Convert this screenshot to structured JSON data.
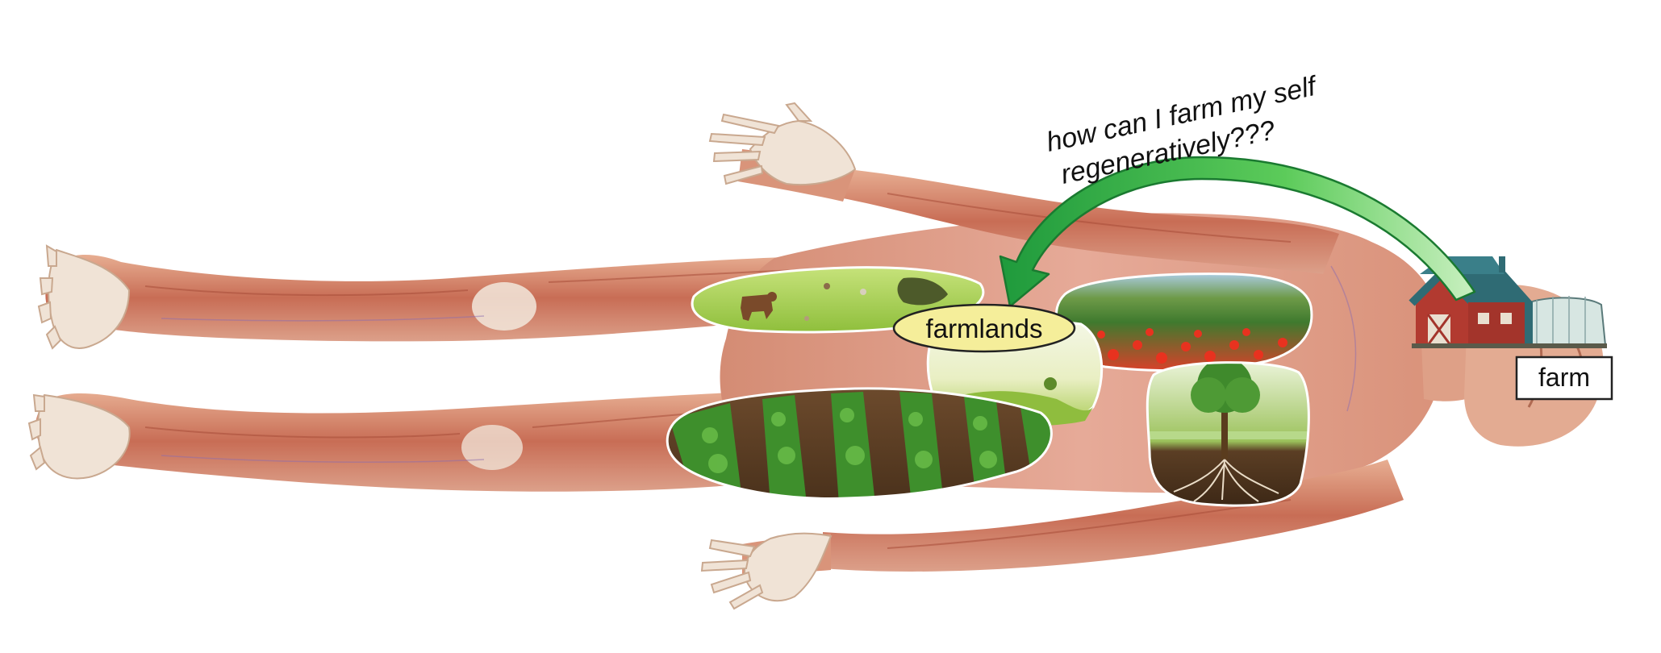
{
  "question": {
    "line1": "how can I farm my self",
    "line2": "regeneratively???"
  },
  "labels": {
    "farmlands": "farmlands",
    "farm": "farm"
  },
  "colors": {
    "arrow": "#2db34a",
    "arrow_light": "#c9f0c0",
    "farmlands_fill": "#f5ee9a",
    "skin": "#d99a7c",
    "muscle": "#c8684e",
    "bone": "#f1ece4"
  },
  "icons": {
    "farm": "barn-with-greenhouse-icon",
    "arrow": "curved-arrow-icon"
  }
}
